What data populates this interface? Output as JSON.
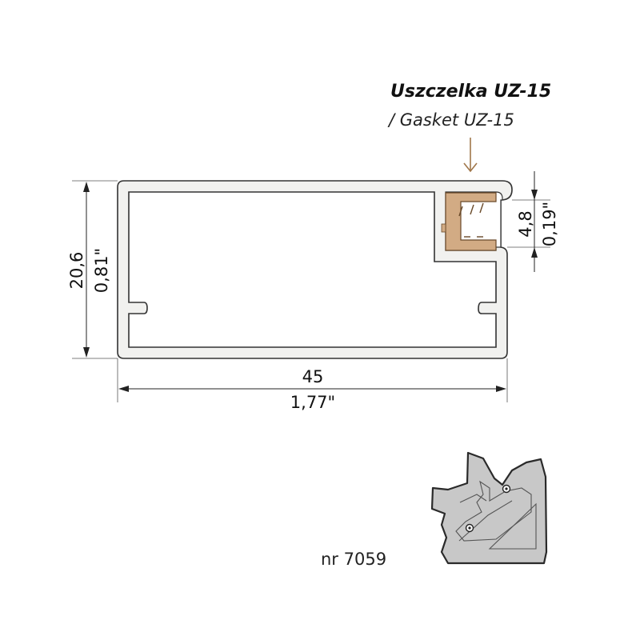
{
  "gasket": {
    "name_pl": "Uszczelka UZ-15",
    "name_en": "/ Gasket UZ-15",
    "color": "#d2ab84",
    "arrow_color": "#a0764a"
  },
  "dimensions": {
    "height_mm": "20,6",
    "height_in": "0,81\"",
    "width_mm": "45",
    "width_in": "1,77\"",
    "gasket_height_mm": "4,8",
    "gasket_height_in": "0,19\""
  },
  "part_number": "nr 7059",
  "colors": {
    "profile_fill": "#f1f1ef",
    "profile_outline": "#333333",
    "icon_fill": "#c8c8c8"
  }
}
